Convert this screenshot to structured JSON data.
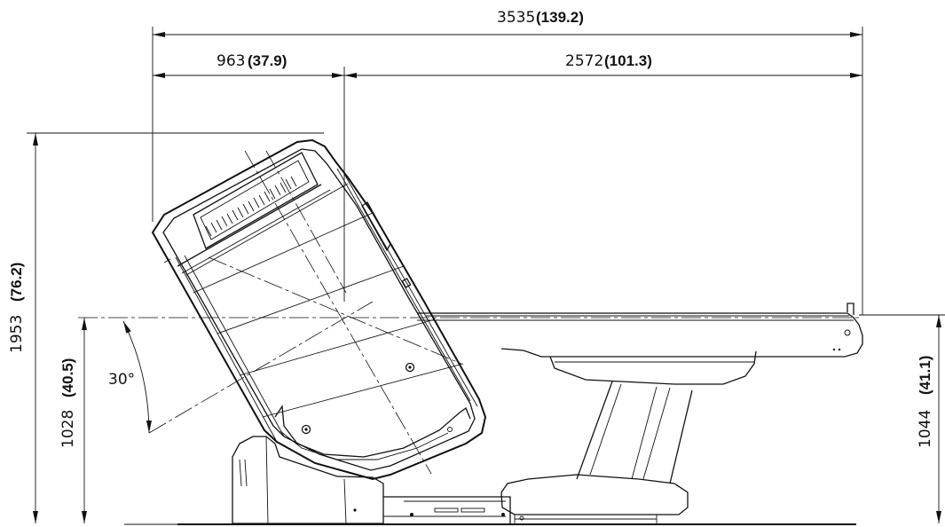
{
  "dimensions": {
    "overall_length": {
      "mm": "3535",
      "inch": "(139.2)"
    },
    "gantry_length": {
      "mm": "963",
      "inch": "(37.9)"
    },
    "table_length": {
      "mm": "2572",
      "inch": "(101.3)"
    },
    "overall_height": {
      "mm": "1953",
      "inch": "(76.2)"
    },
    "gantry_center_height": {
      "mm": "1028",
      "inch": "(40.5)"
    },
    "table_height": {
      "mm": "1044",
      "inch": "(41.1)"
    },
    "tilt_angle": "30°"
  }
}
